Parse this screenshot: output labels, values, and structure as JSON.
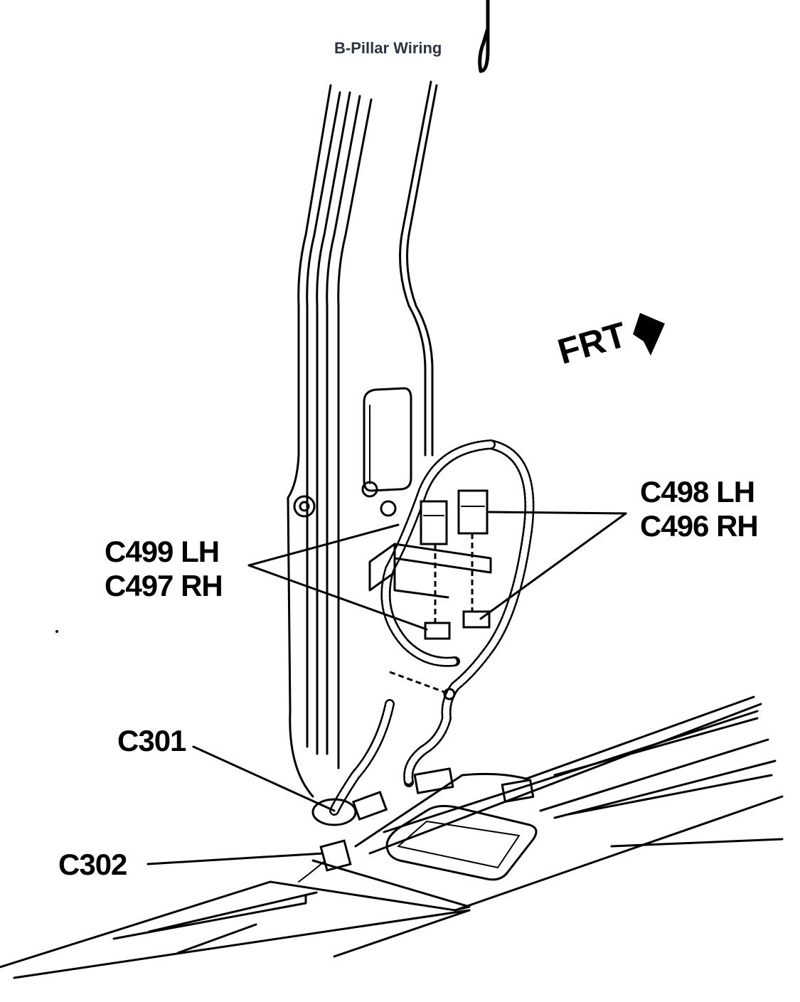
{
  "title": "B-Pillar Wiring",
  "labels": {
    "c499": "C499 LH",
    "c497": "C497 RH",
    "c498": "C498 LH",
    "c496": "C496 RH",
    "c301": "C301",
    "c302": "C302",
    "frt": "FRT"
  },
  "icons": {
    "front_arrow": "arrow-front-icon"
  }
}
